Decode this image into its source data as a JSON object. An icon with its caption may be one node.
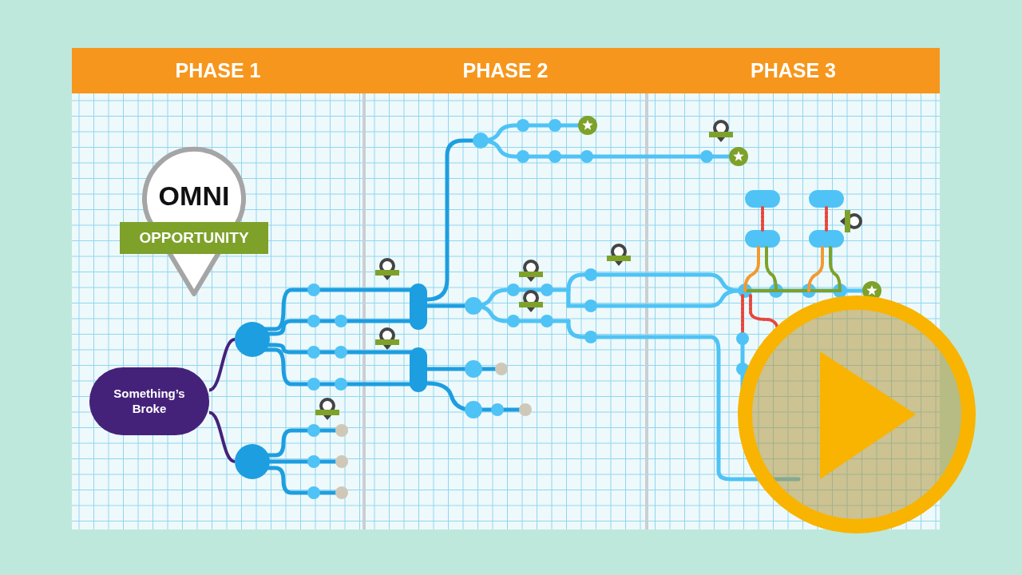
{
  "diagram": {
    "nodes": [
      {
        "text": [
          "PHASE 1"
        ]
      },
      {
        "text": [
          "PHASE 2"
        ]
      },
      {
        "text": [
          "PHASE 3"
        ]
      },
      {
        "text": [
          "OMNI",
          "OPPORTUNITY"
        ]
      },
      {
        "text": [
          "Something’s Broke"
        ]
      },
      {
        "text": [],
        "shape": "circle"
      },
      {
        "text": [],
        "shape": "circle"
      }
    ],
    "edges": [
      {
        "from": 4,
        "to": 5,
        "arrow": "none"
      },
      {
        "from": 4,
        "to": 6,
        "arrow": "none"
      }
    ]
  }
}
